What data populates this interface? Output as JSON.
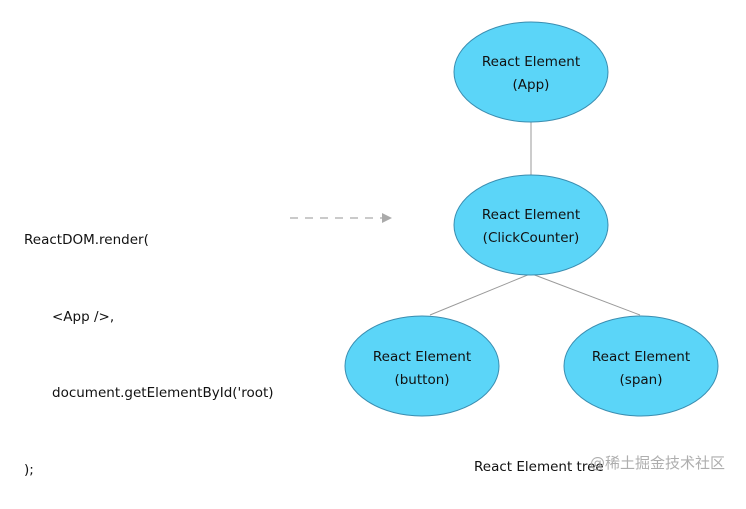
{
  "code": {
    "lines": [
      "ReactDOM.render(",
      "<App />,",
      "document.getElementById('root)",
      ");"
    ]
  },
  "tree": {
    "root": {
      "line1": "React Element",
      "line2": "(App)"
    },
    "middle": {
      "line1": "React Element",
      "line2": "(ClickCounter)"
    },
    "left_child": {
      "line1": "React Element",
      "line2": "(button)"
    },
    "right_child": {
      "line1": "React Element",
      "line2": "(span)"
    }
  },
  "caption": "React Element tree",
  "watermark": "@稀土掘金技术社区",
  "colors": {
    "node_fill": "#5bd5f8",
    "node_stroke": "#3a8db0",
    "edge": "#9a9a9a",
    "arrow": "#aaaaaa"
  }
}
